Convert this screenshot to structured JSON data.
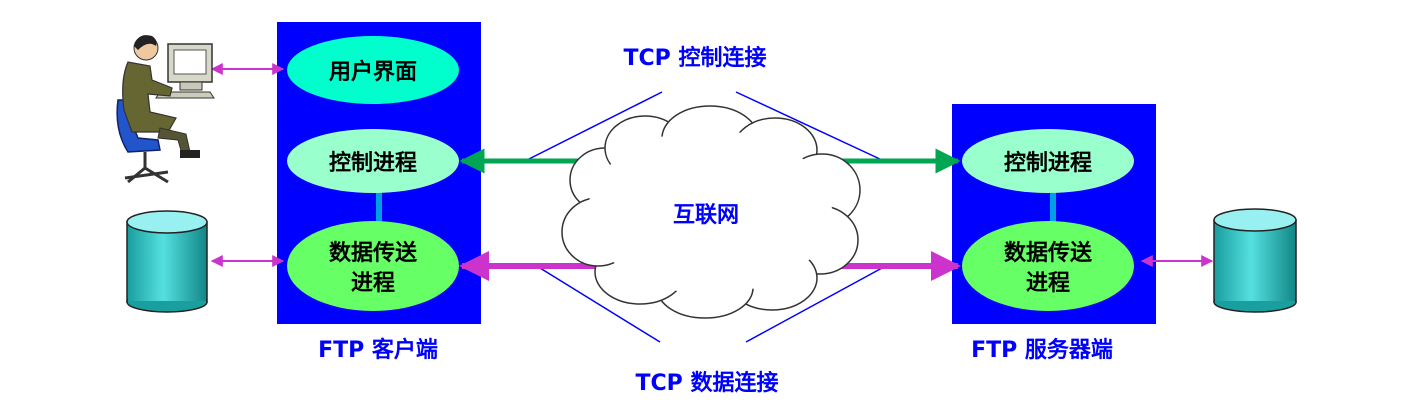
{
  "client": {
    "label": "FTP 客户端",
    "ui": "用户界面",
    "control": "控制进程",
    "data_line1": "数据传送",
    "data_line2": "进程"
  },
  "server": {
    "label": "FTP 服务器端",
    "control": "控制进程",
    "data_line1": "数据传送",
    "data_line2": "进程"
  },
  "network": {
    "label": "互联网"
  },
  "connections": {
    "control": "TCP 控制连接",
    "data": "TCP 数据连接"
  },
  "colors": {
    "box": "#0000ff",
    "ui_ellipse": "#00ffcc",
    "control_ellipse": "#99ffcc",
    "data_ellipse": "#66ff66",
    "label_text": "#0000ff",
    "control_arrow": "#00a651",
    "data_arrow": "#cc33cc",
    "link": "#009fe3",
    "disk": "#33cccc"
  },
  "icons": [
    "computer-user-icon",
    "database-icon",
    "cloud-icon"
  ]
}
